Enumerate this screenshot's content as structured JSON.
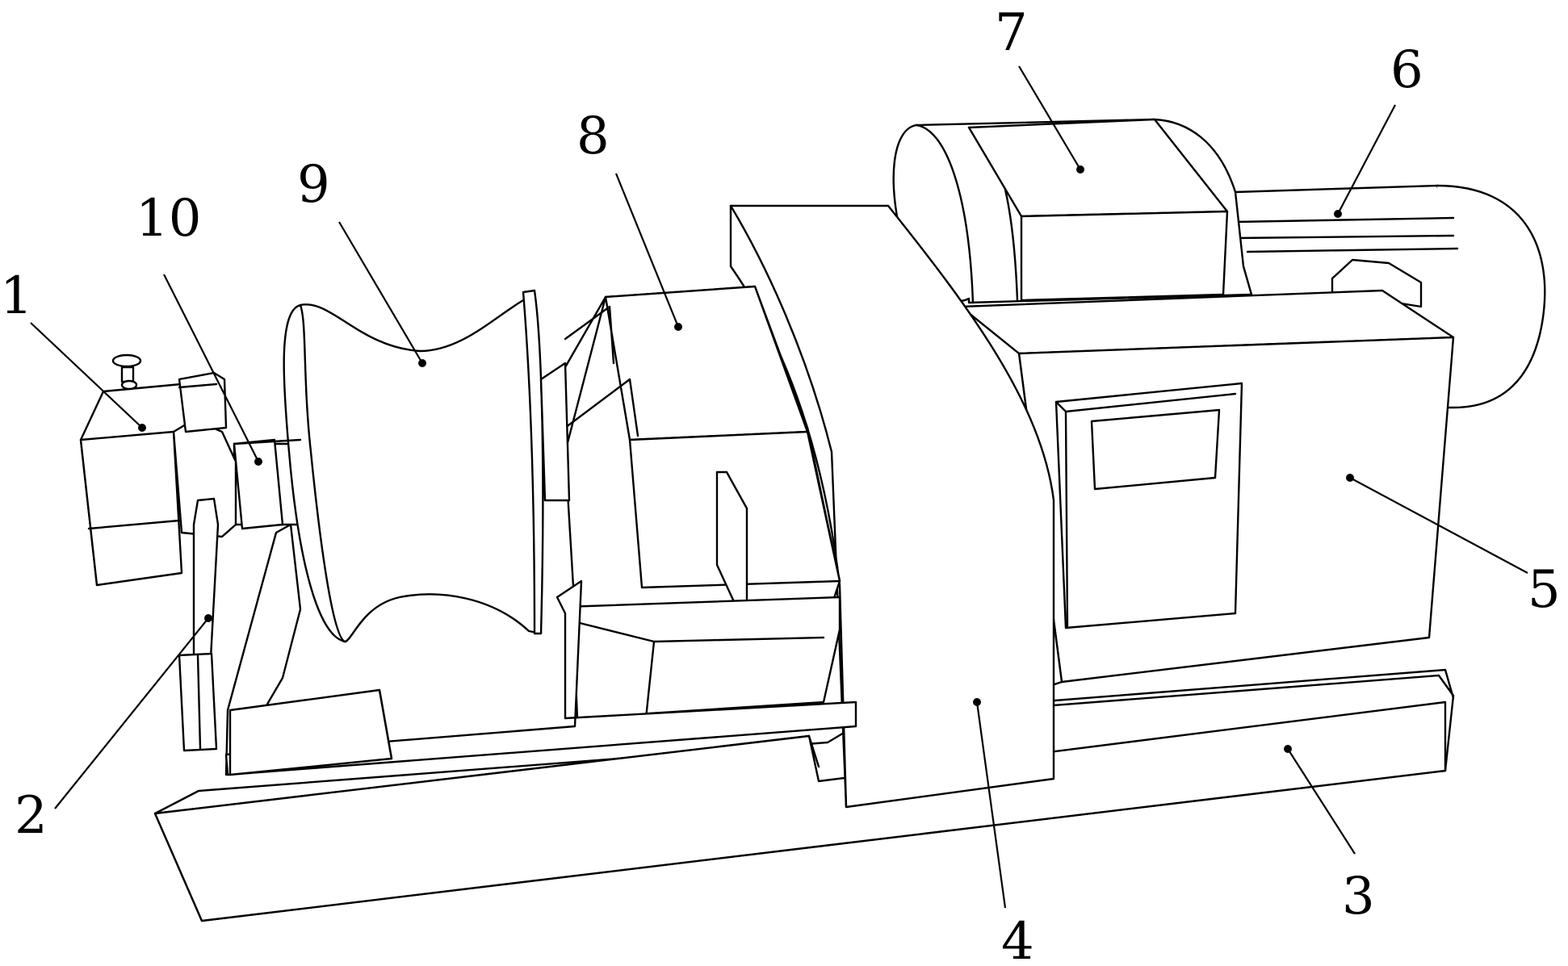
{
  "figure": {
    "callouts": [
      {
        "id": "1",
        "text": "1"
      },
      {
        "id": "2",
        "text": "2"
      },
      {
        "id": "3",
        "text": "3"
      },
      {
        "id": "4",
        "text": "4"
      },
      {
        "id": "5",
        "text": "5"
      },
      {
        "id": "6",
        "text": "6"
      },
      {
        "id": "7",
        "text": "7"
      },
      {
        "id": "8",
        "text": "8"
      },
      {
        "id": "9",
        "text": "9"
      },
      {
        "id": "10",
        "text": "10"
      }
    ]
  }
}
